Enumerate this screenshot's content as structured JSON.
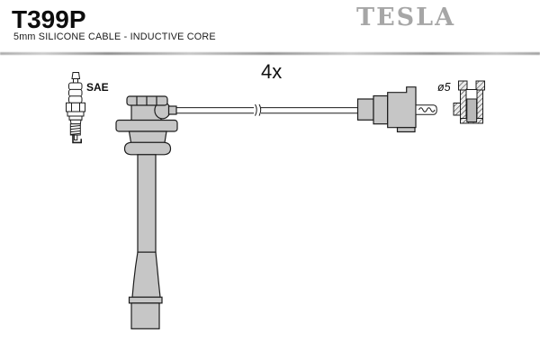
{
  "header": {
    "part_number": "T399P",
    "subtitle": "5mm SILICONE CABLE - INDUCTIVE CORE",
    "brand_logo": "TESLA"
  },
  "diagram": {
    "quantity_label": "4x",
    "spark_plug_standard_label": "SAE",
    "cable_diameter_label": "ø5"
  },
  "colors": {
    "background": "#ffffff",
    "brand_gray": "#a6a6a6",
    "part_fill": "#c6c6c6",
    "terminal_core_fill": "#b9b9b9",
    "outline": "#1c1c1c",
    "divider_gray": "#b2b2b2",
    "text": "#000000"
  }
}
